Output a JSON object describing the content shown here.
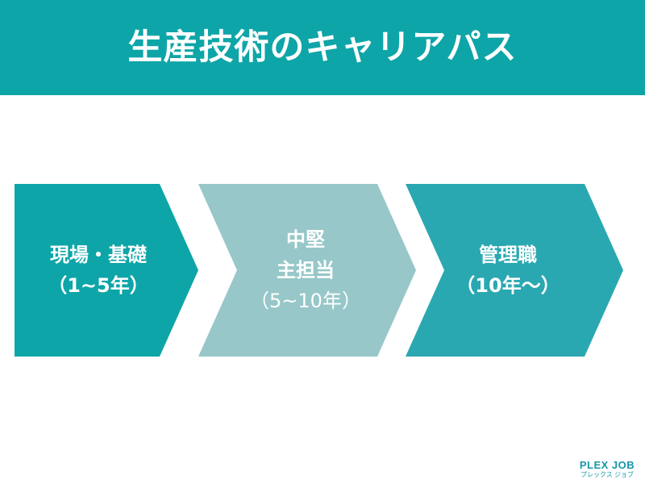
{
  "title": "生産技術のキャリアパス",
  "steps": [
    {
      "line1": "現場・基礎",
      "line2": "（1~5年）",
      "line3": "",
      "color": "#0ea5a8"
    },
    {
      "line1": "中堅",
      "line2": "主担当",
      "line3": "（5~10年）",
      "color": "#97c7c8"
    },
    {
      "line1": "管理職",
      "line2": "（10年〜）",
      "line3": "",
      "color": "#2aa8b1"
    }
  ],
  "logo": {
    "main": "PLEX JOB",
    "sub": "プレックス ジョブ"
  },
  "colors": {
    "frame": "#0ea5a8",
    "background": "#ffffff",
    "logo": "#1598a8"
  }
}
